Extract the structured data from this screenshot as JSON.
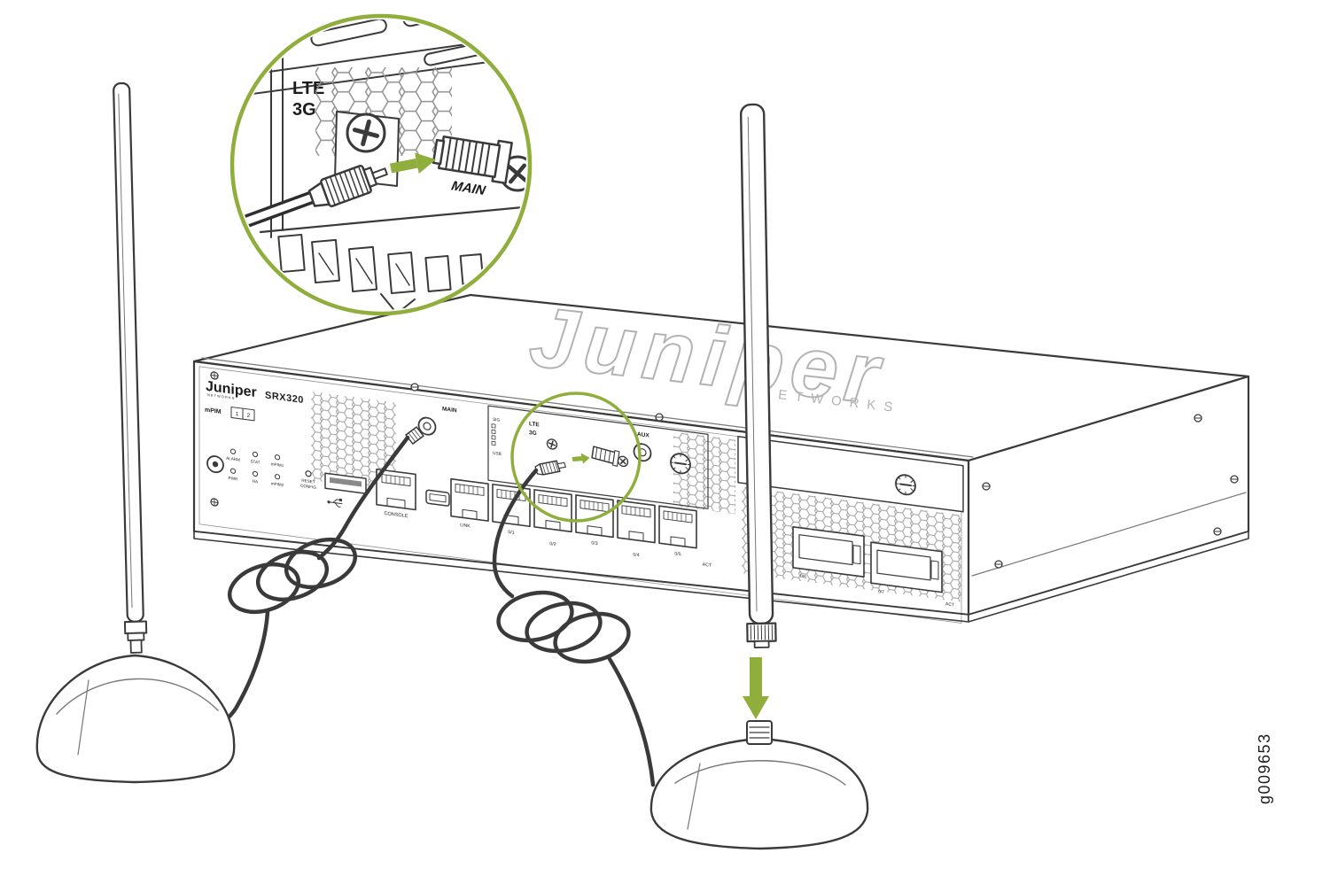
{
  "figure": {
    "id": "g009653"
  },
  "colors": {
    "accent_green": "#8FAE3C",
    "line": "#3A3A3A"
  },
  "callout": {
    "labels": {
      "lte": "LTE",
      "threeg": "3G",
      "connector": "MAIN"
    }
  },
  "device": {
    "logo": {
      "brand": "Juniper",
      "networks": "NETWORKS",
      "model": "SRX320"
    },
    "mpim": {
      "label": "mPIM",
      "slot1": "1",
      "slot2": "2"
    },
    "leds": {
      "row1": [
        "ALARM",
        "STAT",
        "mPIM1"
      ],
      "row2": [
        "PWR",
        "HA",
        "mPIM2"
      ]
    },
    "reset": {
      "line1": "RESET",
      "line2": "CONFIG"
    },
    "console_label": "CONSOLE",
    "module": {
      "sig": "SIG",
      "usb": "USB",
      "lte": "LTE",
      "threeg": "3G",
      "main": "MAIN",
      "aux": "AUX"
    },
    "eth": {
      "link": "LINK",
      "act": "ACT",
      "labels": [
        "0/1",
        "0/2",
        "0/3",
        "0/4",
        "0/5"
      ]
    },
    "sfp": {
      "labels": [
        "0/6",
        "0/7"
      ],
      "act": "ACT"
    },
    "watermark": {
      "brand": "Juniper",
      "networks": "NETWORKS"
    }
  }
}
